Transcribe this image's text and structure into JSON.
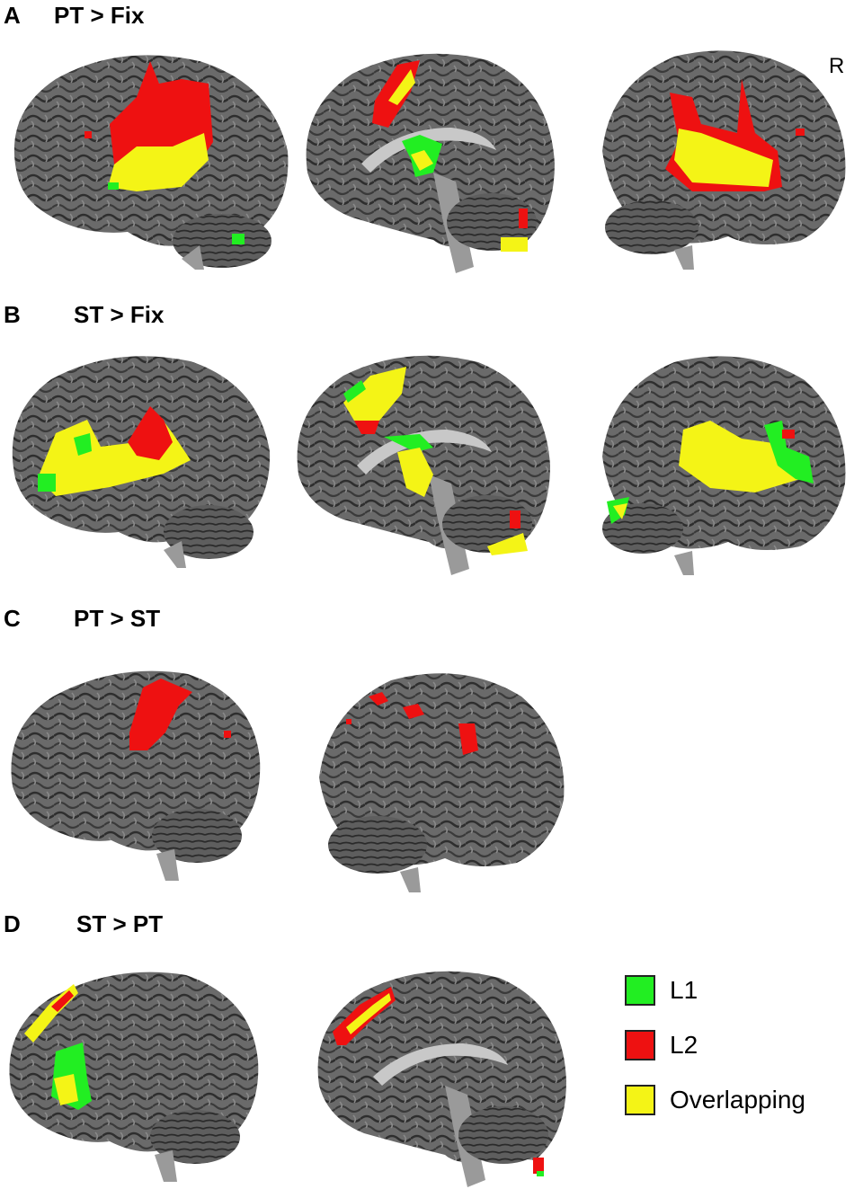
{
  "panels": [
    {
      "letter": "A",
      "title": "PT > Fix"
    },
    {
      "letter": "B",
      "title": "ST > Fix"
    },
    {
      "letter": "C",
      "title": "PT > ST"
    },
    {
      "letter": "D",
      "title": "ST > PT"
    }
  ],
  "hemisphere_label": "R",
  "legend": [
    {
      "label": "L1",
      "color": "#22ee22"
    },
    {
      "label": "L2",
      "color": "#ee1111"
    },
    {
      "label": "Overlapping",
      "color": "#f4f416"
    }
  ],
  "colors": {
    "cortex": "#6e6e6e",
    "cortex_dark": "#3d3d3d",
    "stem": "#9a9a9a",
    "medial_white": "#c8c8c8",
    "l1": "#22ee22",
    "l2": "#ee1111",
    "overlap": "#f4f416"
  }
}
